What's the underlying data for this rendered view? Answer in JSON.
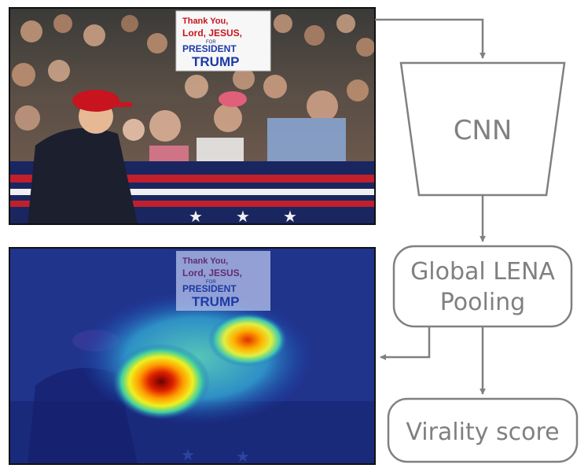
{
  "diagram": {
    "nodes": {
      "cnn": {
        "label": "CNN"
      },
      "pooling": {
        "label_line1": "Global LENA",
        "label_line2": "Pooling"
      },
      "score": {
        "label": "Virality score"
      }
    },
    "images": {
      "input_photo": {
        "kind": "photo",
        "sign_lines": [
          "Thank You,",
          "Lord, JESUS,",
          "FOR",
          "PRESIDENT",
          "TRUMP"
        ]
      },
      "attention_map": {
        "kind": "heatmap-overlay",
        "sign_lines": [
          "Thank You,",
          "Lord, JESUS,",
          "FOR",
          "PRESIDENT",
          "TRUMP"
        ]
      }
    },
    "edges": [
      {
        "from": "input_photo",
        "to": "cnn"
      },
      {
        "from": "cnn",
        "to": "pooling"
      },
      {
        "from": "pooling",
        "to": "attention_map"
      },
      {
        "from": "pooling",
        "to": "score"
      }
    ],
    "colors": {
      "stroke": "#808080",
      "text": "#808080"
    }
  }
}
